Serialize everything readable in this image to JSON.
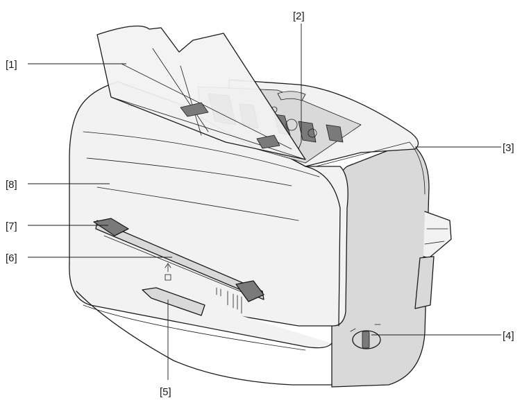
{
  "callouts": [
    {
      "id": "1",
      "label": "[1]"
    },
    {
      "id": "2",
      "label": "[2]"
    },
    {
      "id": "3",
      "label": "[3]"
    },
    {
      "id": "4",
      "label": "[4]"
    },
    {
      "id": "5",
      "label": "[5]"
    },
    {
      "id": "6",
      "label": "[6]"
    },
    {
      "id": "7",
      "label": "[7]"
    },
    {
      "id": "8",
      "label": "[8]"
    }
  ]
}
